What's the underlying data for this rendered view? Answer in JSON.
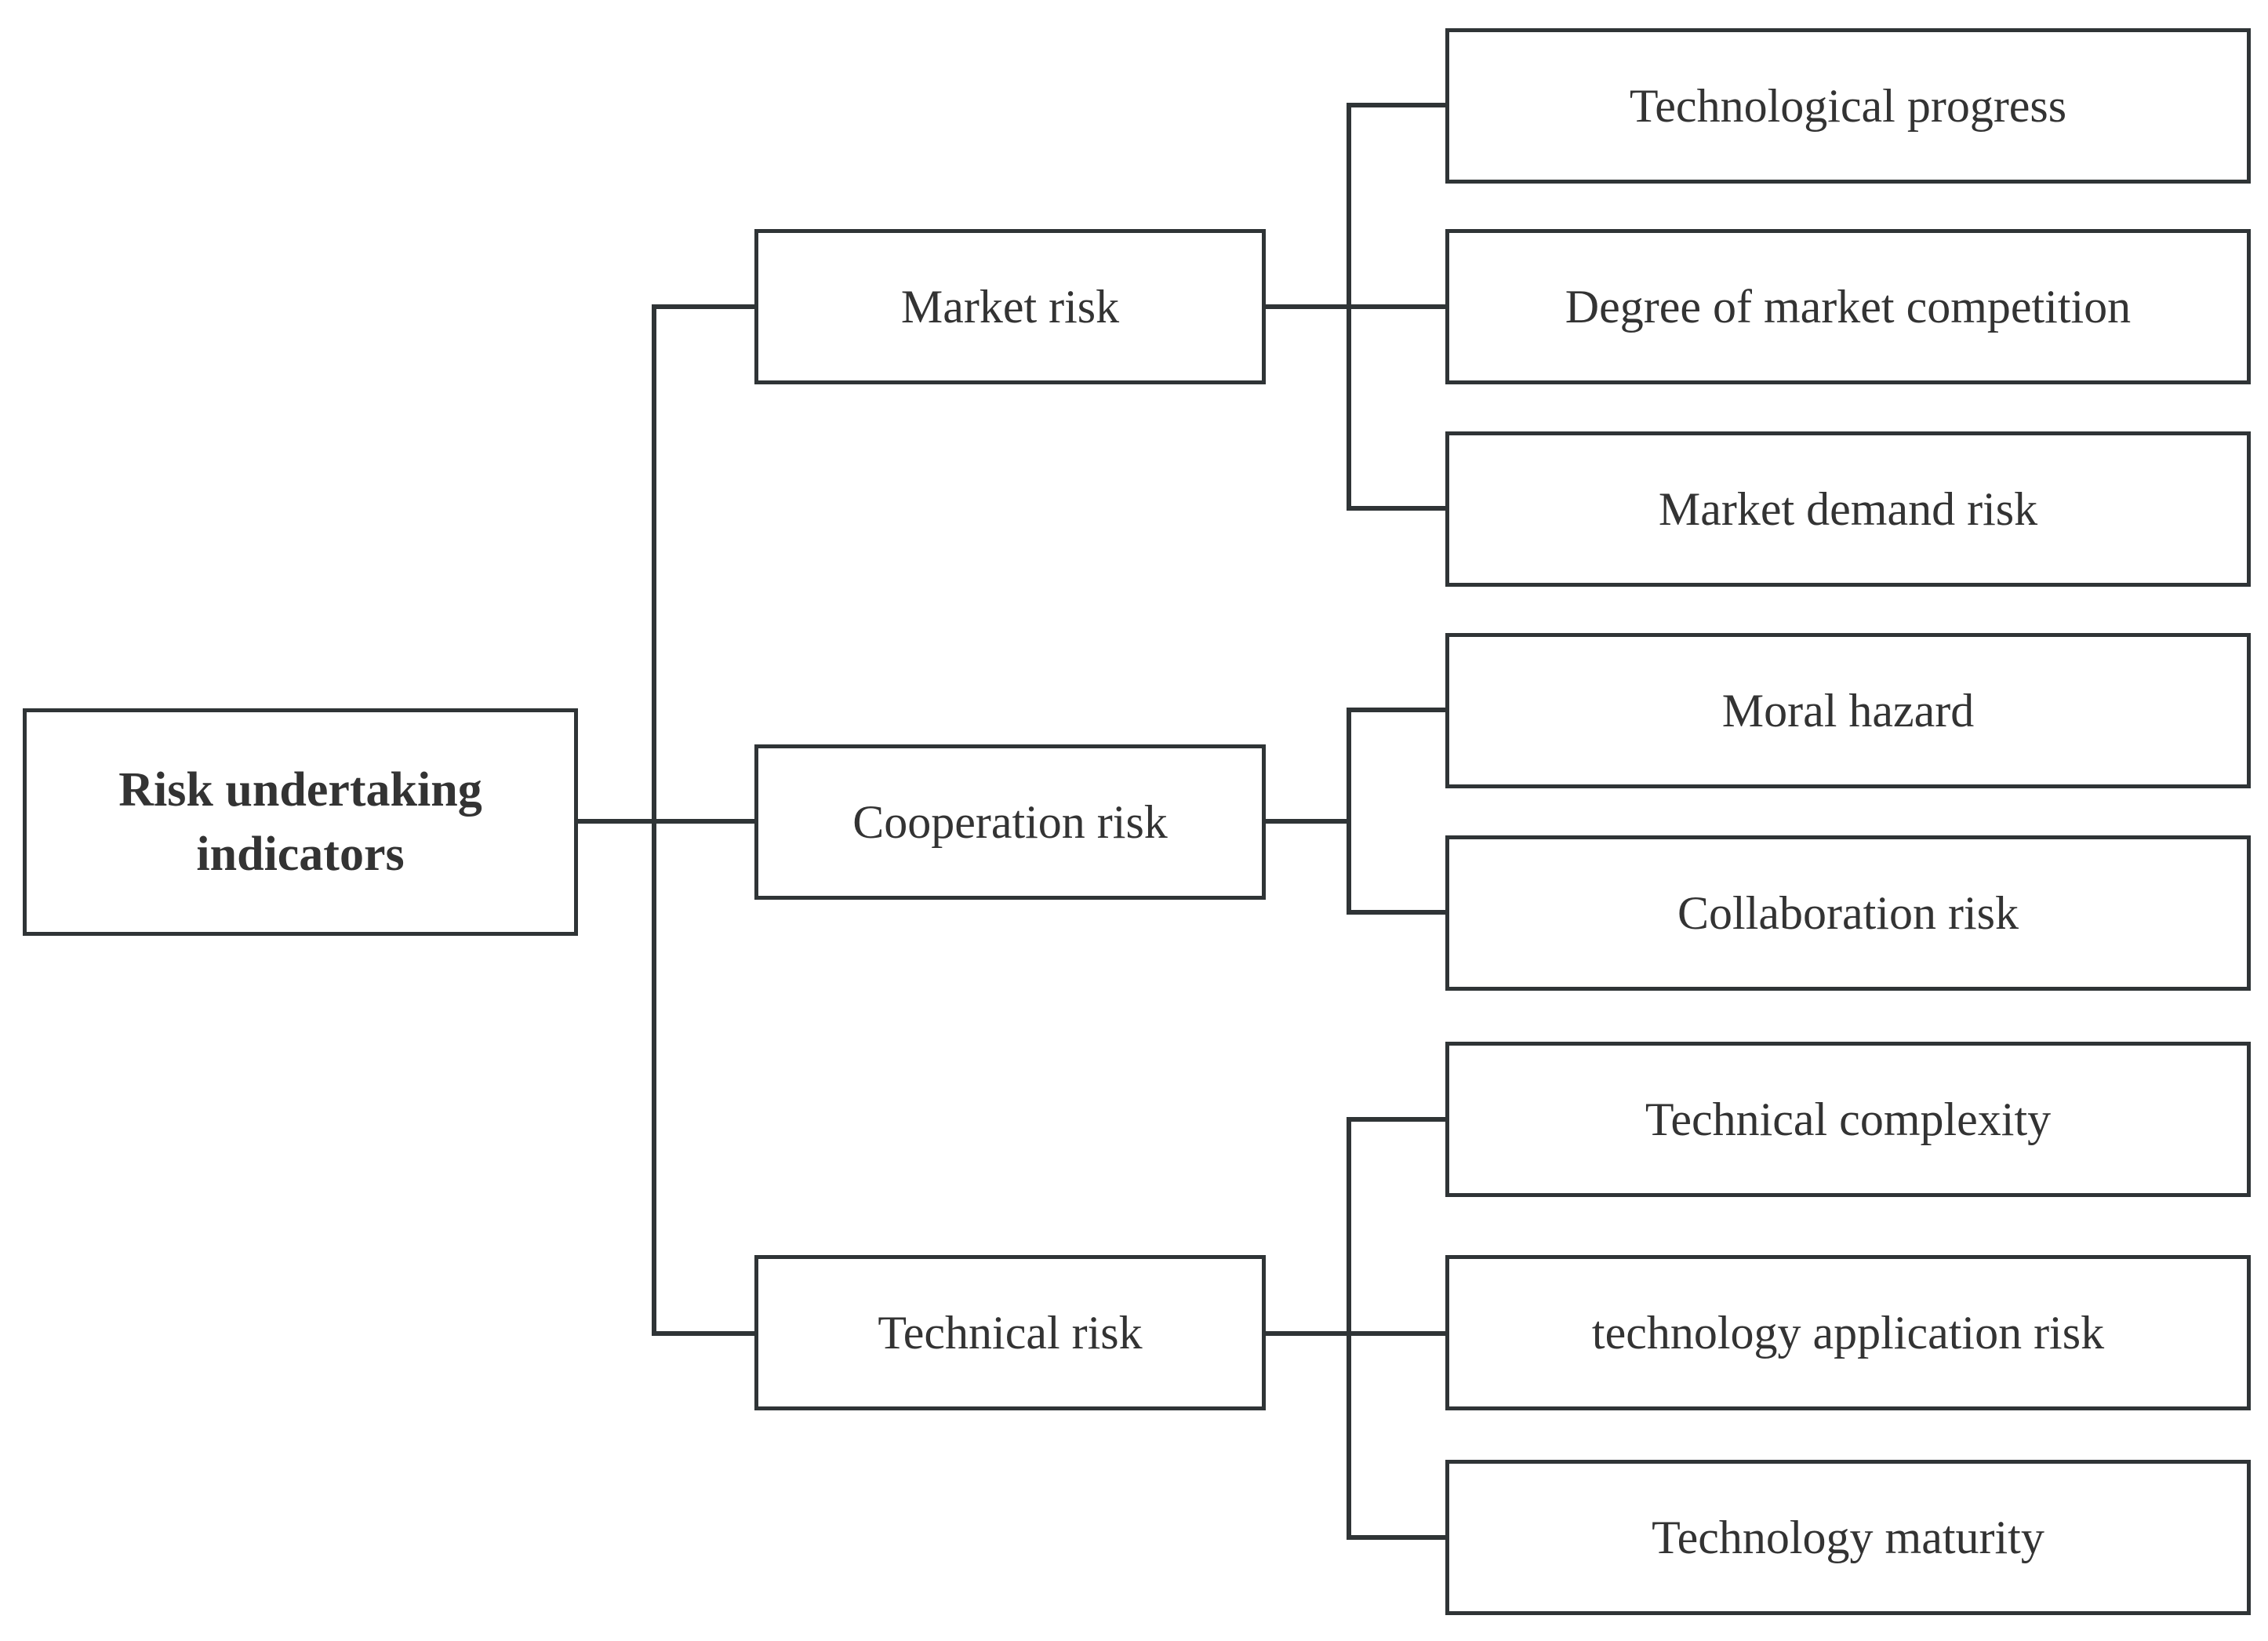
{
  "diagram": {
    "root": {
      "label": "Risk undertaking indicators"
    },
    "categories": [
      {
        "label": "Market risk",
        "children": [
          "Technological progress",
          "Degree of market competition",
          "Market demand risk"
        ]
      },
      {
        "label": "Cooperation risk",
        "children": [
          "Moral hazard",
          "Collaboration risk"
        ]
      },
      {
        "label": "Technical risk",
        "children": [
          "Technical complexity",
          "technology application risk",
          "Technology maturity"
        ]
      }
    ],
    "colors": {
      "line": "#2f3436",
      "text": "#333333",
      "background": "#ffffff"
    }
  }
}
